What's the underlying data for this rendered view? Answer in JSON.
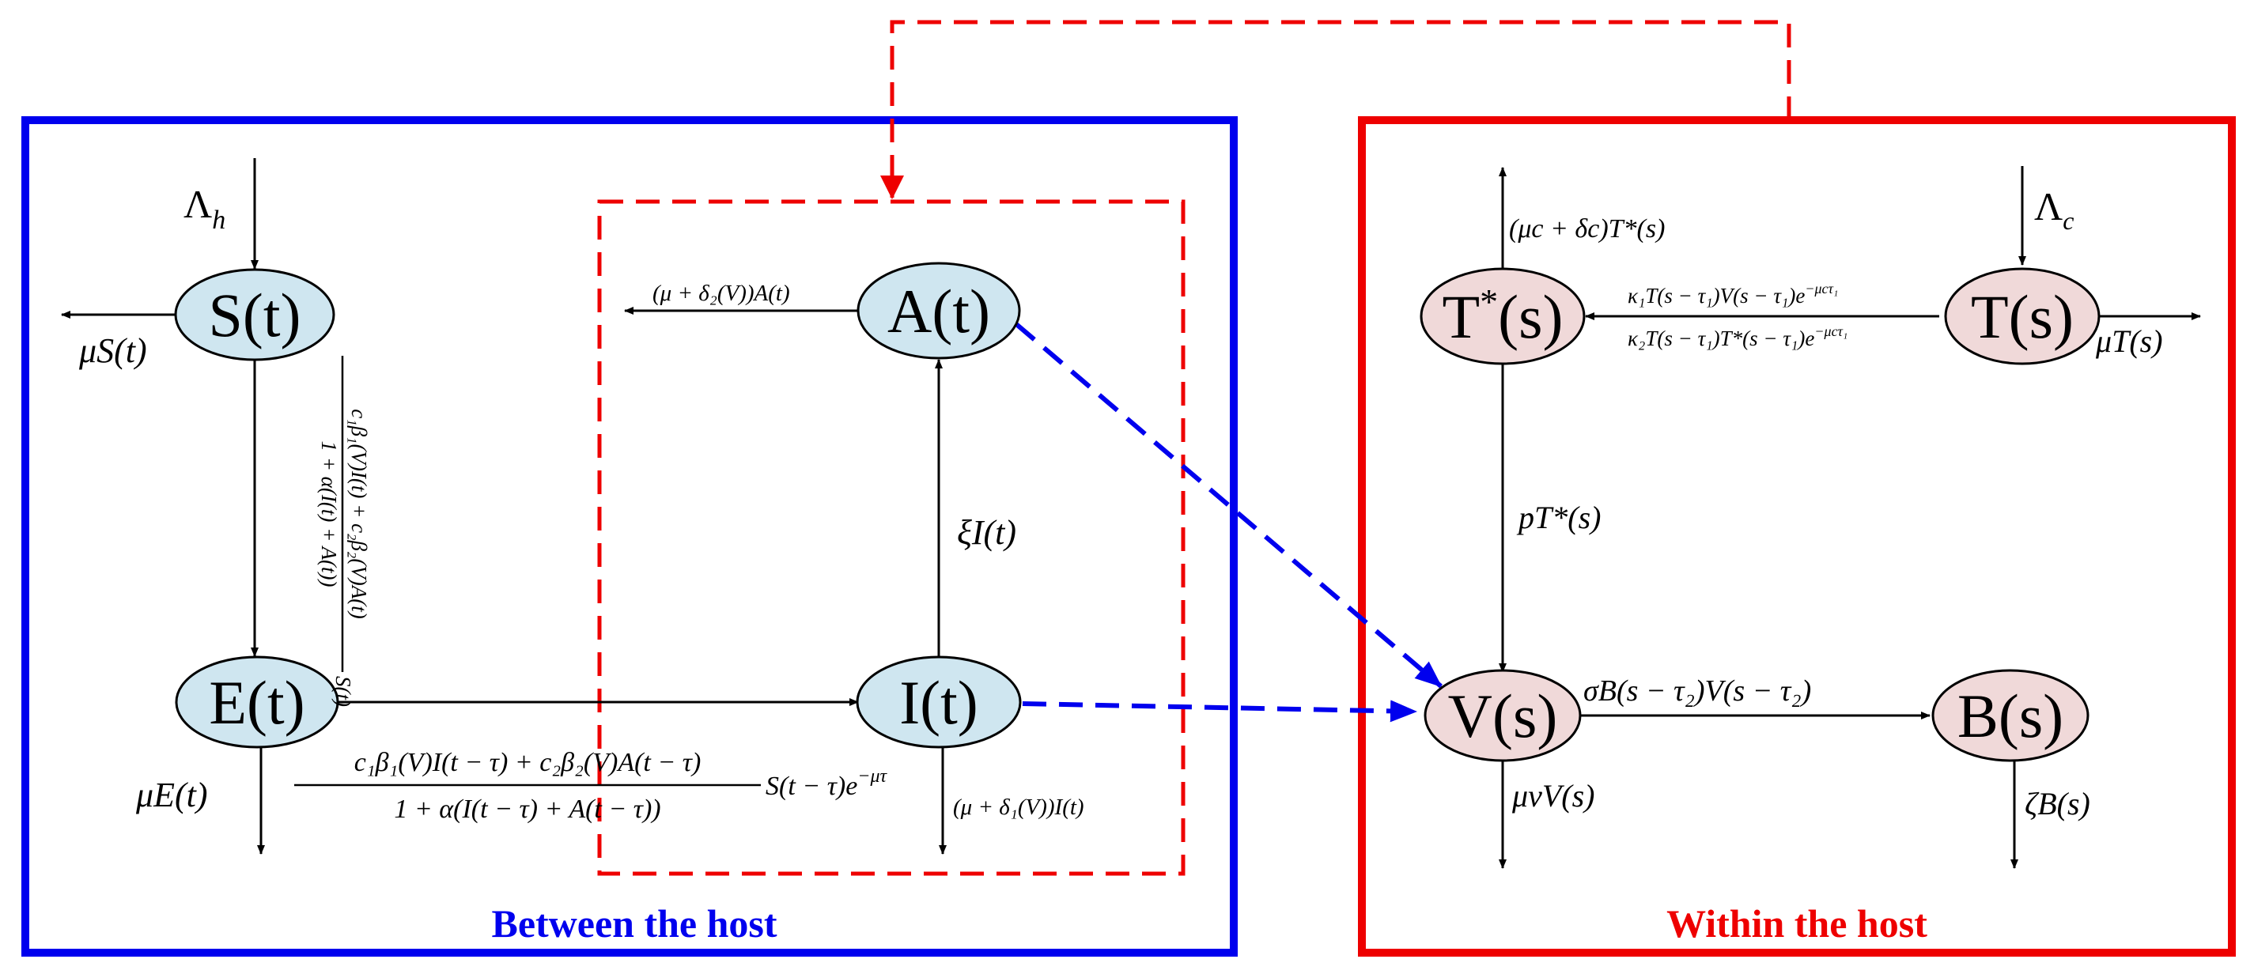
{
  "panels": {
    "between": {
      "title": "Between the host",
      "color": "#0000ee"
    },
    "within": {
      "title": "Within the host",
      "color": "#ee0000"
    }
  },
  "nodes": {
    "S": "S(t)",
    "E": "E(t)",
    "I": "I(t)",
    "A": "A(t)",
    "Tstar_base": "T",
    "Tstar_sup": "*",
    "Tstar_rest": "(s)",
    "T": "T(s)",
    "V": "V(s)",
    "B": "B(s)"
  },
  "labels": {
    "lambda_h_base": "Λ",
    "lambda_h_sub": "h",
    "muS": "μS(t)",
    "muE": "μE(t)",
    "xiI": "ξI(t)",
    "rate_A_death": "(μ + δ₂(V))A(t)",
    "rate_I_death": "(μ + δ₁(V))I(t)",
    "incidence_vertical_num": "c₁β₁(V)I(t) + c₂β₂(V)A(t)",
    "incidence_vertical_den": "1 + α(I(t) + A(t))",
    "incidence_vertical_tail": "S(t)",
    "incidence_delay_num": "c₁β₁(V)I(t − τ) + c₂β₂(V)A(t − τ)",
    "incidence_delay_den": "1 + α(I(t − τ) + A(t − τ))",
    "incidence_delay_tail": "S(t − τ)e",
    "incidence_delay_exp": "−μτ",
    "lambda_c_base": "Λ",
    "lambda_c_sub": "c",
    "muT": "μT(s)",
    "Tstar_death": "(μc + δc)T*(s)",
    "pT": "pT*(s)",
    "infection_1": "κ₁T(s − τ₁)V(s − τ₁)e",
    "infection_1_exp": "−μcτ₁",
    "infection_2": "κ₂T(s − τ₁)T*(s − τ₁)e",
    "infection_2_exp": "−μcτ₁",
    "muV": "μvV(s)",
    "sigmaB": "σB(s − τ₂)V(s − τ₂)",
    "zetaB": "ζB(s)"
  },
  "colors": {
    "compartment_blue": "#cfe6f0",
    "compartment_pink": "#f0d9d9",
    "blue": "#0000ee",
    "red": "#ee0000",
    "black": "#000000"
  }
}
